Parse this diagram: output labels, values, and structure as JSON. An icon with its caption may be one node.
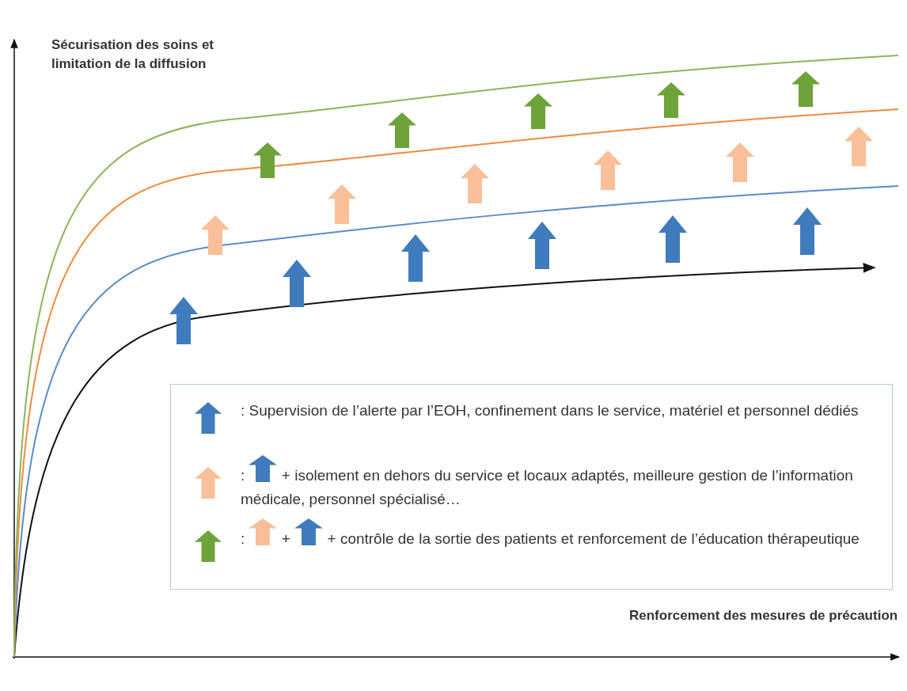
{
  "diagram": {
    "labels": [
      "Sécurisation des soins et limitation de la diffusion",
      "Renforcement des mesures de précaution"
    ],
    "legend": [
      {
        "text": ":  Supervision de l’alerte par l’EOH, confinement dans le service, matériel et personnel dédiés"
      },
      {
        "text": ": + isolement en dehors du service et locaux adaptés, meilleure gestion de l’information médicale, personnel spécialisé…"
      },
      {
        "text": ": + + contrôle de la sortie des patients et renforcement de l’éducation thérapeutique"
      }
    ]
  }
}
